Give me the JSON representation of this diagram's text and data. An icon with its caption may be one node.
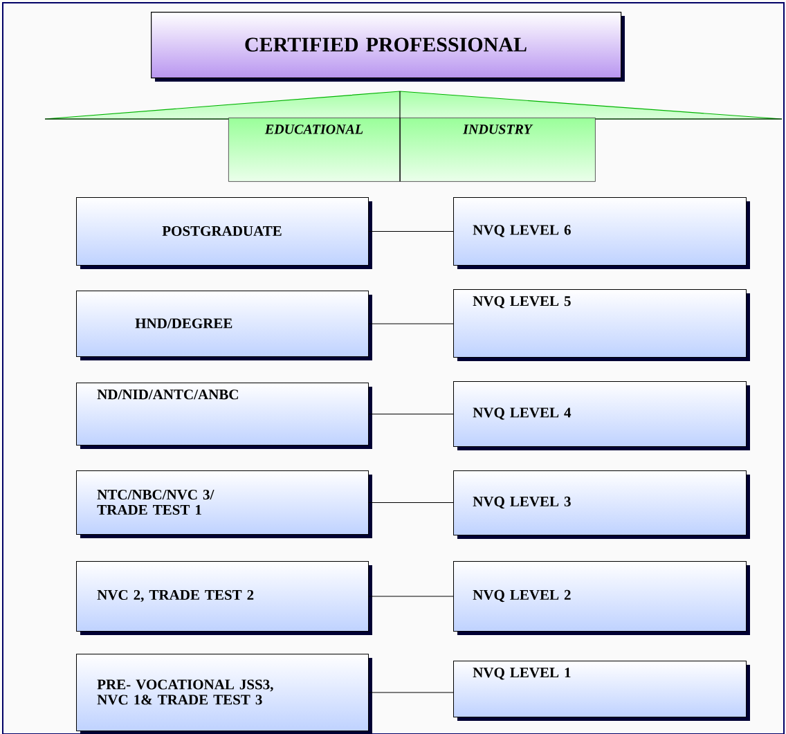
{
  "diagram": {
    "nodes": [
      {
        "text": [
          "CERTIFIED PROFESSIONAL"
        ]
      },
      {
        "text": [
          "EDUCATIONAL"
        ]
      },
      {
        "text": [
          "INDUSTRY"
        ]
      },
      {
        "text": [
          "POSTGRADUATE"
        ]
      },
      {
        "text": [
          "NVQ LEVEL 6"
        ]
      },
      {
        "text": [
          "HND/DEGREE"
        ]
      },
      {
        "text": [
          "NVQ LEVEL 5"
        ]
      },
      {
        "text": [
          "ND/NID/ANTC/ANBC"
        ]
      },
      {
        "text": [
          "NVQ LEVEL 4"
        ]
      },
      {
        "text": [
          "NTC/NBC/NVC 3/ TRADE TEST 1"
        ]
      },
      {
        "text": [
          "NVQ LEVEL 3"
        ]
      },
      {
        "text": [
          "NVC 2, TRADE TEST 2"
        ]
      },
      {
        "text": [
          "NVQ LEVEL 2"
        ]
      },
      {
        "text": [
          "PRE- VOCATIONAL JSS3, NVC 1& TRADE TEST 3"
        ]
      },
      {
        "text": [
          "NVQ LEVEL 1"
        ]
      }
    ],
    "edges": [
      {
        "from": 3,
        "to": 4,
        "arrow": "none"
      },
      {
        "from": 5,
        "to": 6,
        "arrow": "none"
      },
      {
        "from": 7,
        "to": 8,
        "arrow": "none"
      },
      {
        "from": 9,
        "to": 10,
        "arrow": "none"
      },
      {
        "from": 11,
        "to": 12,
        "arrow": "none"
      },
      {
        "from": 13,
        "to": 14,
        "arrow": "none"
      }
    ]
  }
}
